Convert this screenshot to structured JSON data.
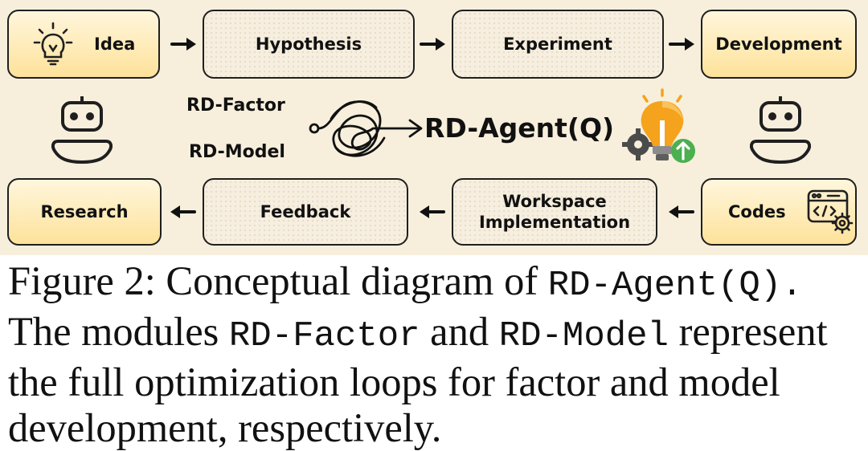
{
  "diagram": {
    "top_row": {
      "idea": "Idea",
      "hypothesis": "Hypothesis",
      "experiment": "Experiment",
      "development": "Development"
    },
    "bottom_row": {
      "research": "Research",
      "feedback": "Feedback",
      "workspace_line1": "Workspace",
      "workspace_line2": "Implementation",
      "codes": "Codes"
    },
    "center": {
      "rd_factor": "RD-Factor",
      "rd_model": "RD-Model",
      "agent_title": "RD-Agent(Q)"
    },
    "colors": {
      "background": "#f7efdc",
      "box_fill": "#f6eedf",
      "gold_box": "#fde29a",
      "bulb_orange": "#f5a21c",
      "bulb_green": "#4caf50"
    },
    "icons": [
      "lightbulb-icon",
      "robot-icon",
      "tangled-loop-icon",
      "bulb-gear-icon",
      "code-window-gear-icon"
    ]
  },
  "caption": {
    "label": "Figure 2:",
    "text_1": "Conceptual diagram of",
    "code_agent": "RD-Agent(Q).",
    "text_2": "The modules",
    "code_factor": "RD-Factor",
    "text_3": "and",
    "code_model": "RD-Model",
    "text_4": "represent",
    "line3": "the full optimization loops for factor and model",
    "line4": "development, respectively."
  }
}
